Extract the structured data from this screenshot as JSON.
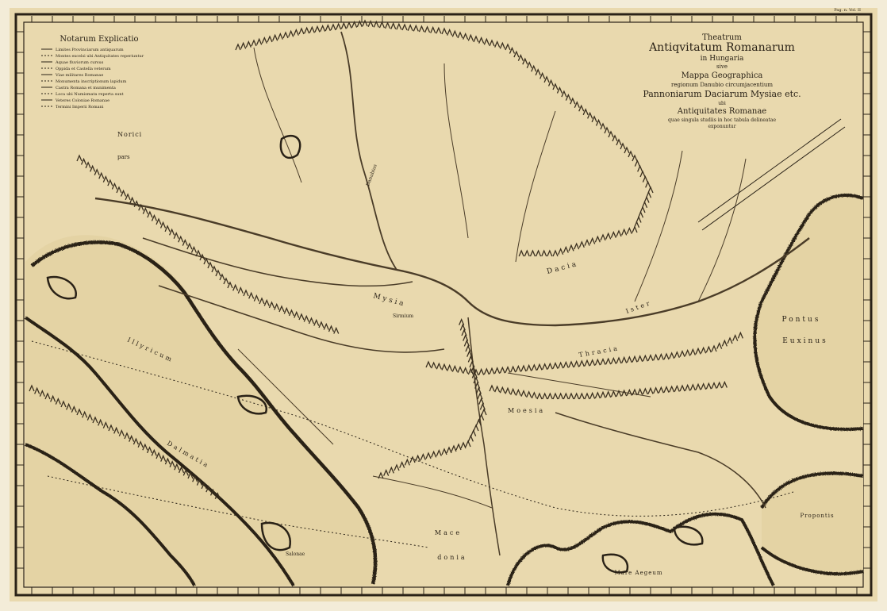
{
  "palette": {
    "paper": "#e9d9ae",
    "paper_edge": "#d8c48f",
    "sea": "#e4d3a4",
    "ink": "#2a2217",
    "river": "#4a3c28",
    "mountain": "#3a2f1f",
    "frame_outer": "#f3ecd8"
  },
  "corner_note": "Pag. n. Vol. II",
  "title_cartouche": {
    "line1": "Theatrum",
    "line2": "Antiqvitatum Romanarum",
    "line3": "in Hungaria",
    "line4": "sive",
    "line5": "Mappa Geographica",
    "line6": "regionum Danubio circumjacentium",
    "line7": "Pannoniarum Daciarum Mysiae etc.",
    "line8": "ubi",
    "line9": "Antiquitates Romanae",
    "line10": "quae singula studiis in hoc tabula delineatae",
    "line11": "exponuntur"
  },
  "legend": {
    "title": "Notarum Explicatio",
    "lines": [
      "Limites Provinciarum antiquarum",
      "Montes excelsi ubi Antiquitates reperiuntur",
      "Aquae fluviorum cursus",
      "Oppida et Castella veterum",
      "Viae militares Romanae",
      "Monumenta inscriptionum lapidum",
      "Castra Romana et munimenta",
      "Loca ubi Numismata reperta sunt",
      "Veteres Coloniae Romanae",
      "Termini Imperii Romani"
    ]
  },
  "labels": {
    "noricum": "Norici",
    "pars": "pars",
    "pontus_l1": "Pontus",
    "pontus_l2": "Euxinus",
    "propontis": "Propontis",
    "mare_aegeum": "Mare Aegeum",
    "mace_l1": "Mace",
    "mace_l2": "donia",
    "mysia": "Mysia",
    "dacia": "Dacia",
    "danubius": "Danubius",
    "illyricum": "Illyricum",
    "dalmatia": "Dalmatia",
    "thracia": "Thracia",
    "moesia": "Moesia",
    "salonae": "Salonae",
    "sirmium": "Sirmium",
    "ister": "Ister"
  }
}
